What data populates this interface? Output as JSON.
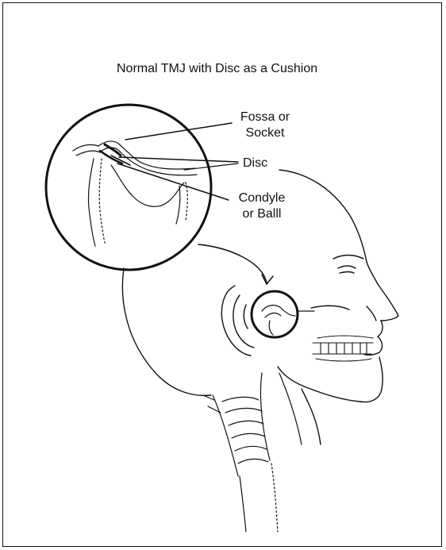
{
  "title": "Normal TMJ with Disc as a Cushion",
  "labels": {
    "fossa_line1": "Fossa or",
    "fossa_line2": "Socket",
    "disc": "Disc",
    "condyle_line1": "Condyle",
    "condyle_line2": "or Balll"
  },
  "colors": {
    "ink": "#111111",
    "background": "#ffffff"
  }
}
